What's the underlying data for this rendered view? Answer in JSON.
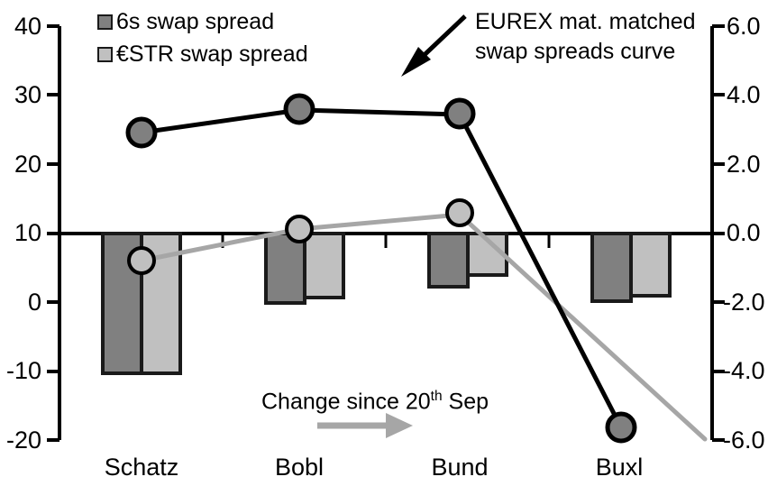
{
  "chart_data": {
    "type": "bar",
    "title": "",
    "xlabel": "",
    "categories": [
      "Schatz",
      "Bobl",
      "Bund",
      "Buxl"
    ],
    "left_axis": {
      "label": "",
      "ticks": [
        "40",
        "30",
        "20",
        "10",
        "0",
        "-10",
        "-20"
      ],
      "ylim": [
        -20,
        40
      ],
      "tick_step": 10
    },
    "right_axis": {
      "label": "",
      "ticks": [
        "6.0",
        "4.0",
        "2.0",
        "0.0",
        "-2.0",
        "-4.0",
        "-6.0"
      ],
      "ylim": [
        -6.0,
        6.0
      ],
      "tick_step": 2.0
    },
    "grid": false,
    "legend_position": "top-left",
    "series": [
      {
        "name": "6s swap spread",
        "type": "bar",
        "axis": "right",
        "color": "#808080",
        "values": [
          -4.05,
          -2.0,
          -1.55,
          -1.95
        ]
      },
      {
        "name": "€STR swap spread",
        "type": "bar",
        "axis": "right",
        "color": "#c0c0c0",
        "values": [
          -4.05,
          -1.85,
          -1.2,
          -1.8
        ]
      },
      {
        "name": "EUREX mat. matched swap spreads curve",
        "type": "line",
        "axis": "left",
        "color": "#000000",
        "marker_fill": "#808080",
        "values": [
          24.6,
          27.9,
          27.3,
          -18.1
        ]
      },
      {
        "name": "Change since 20th Sep",
        "type": "line",
        "axis": "left",
        "color": "#a6a6a6",
        "marker_fill": "#c0c0c0",
        "values": [
          6.1,
          10.6,
          12.8,
          -19.5
        ]
      }
    ]
  },
  "legend": {
    "items": [
      {
        "label": "6s swap spread",
        "color": "#808080"
      },
      {
        "label": "€STR swap spread",
        "color": "#c0c0c0"
      }
    ]
  },
  "annotations": {
    "curve_note_line1": "EUREX mat. matched",
    "curve_note_line2": "swap spreads curve",
    "change_note_prefix": "Change since 20",
    "change_note_sup": "th",
    "change_note_suffix": " Sep"
  },
  "axes": {
    "left_ticks": [
      "40",
      "30",
      "20",
      "10",
      "0",
      "-10",
      "-20"
    ],
    "right_ticks": [
      "6.0",
      "4.0",
      "2.0",
      "0.0",
      "-2.0",
      "-4.0",
      "-6.0"
    ],
    "categories": [
      "Schatz",
      "Bobl",
      "Bund",
      "Buxl"
    ]
  },
  "colors": {
    "bar_dark": "#808080",
    "bar_light": "#c0c0c0",
    "line_black": "#000000",
    "line_grey": "#a6a6a6",
    "axis": "#000000"
  }
}
